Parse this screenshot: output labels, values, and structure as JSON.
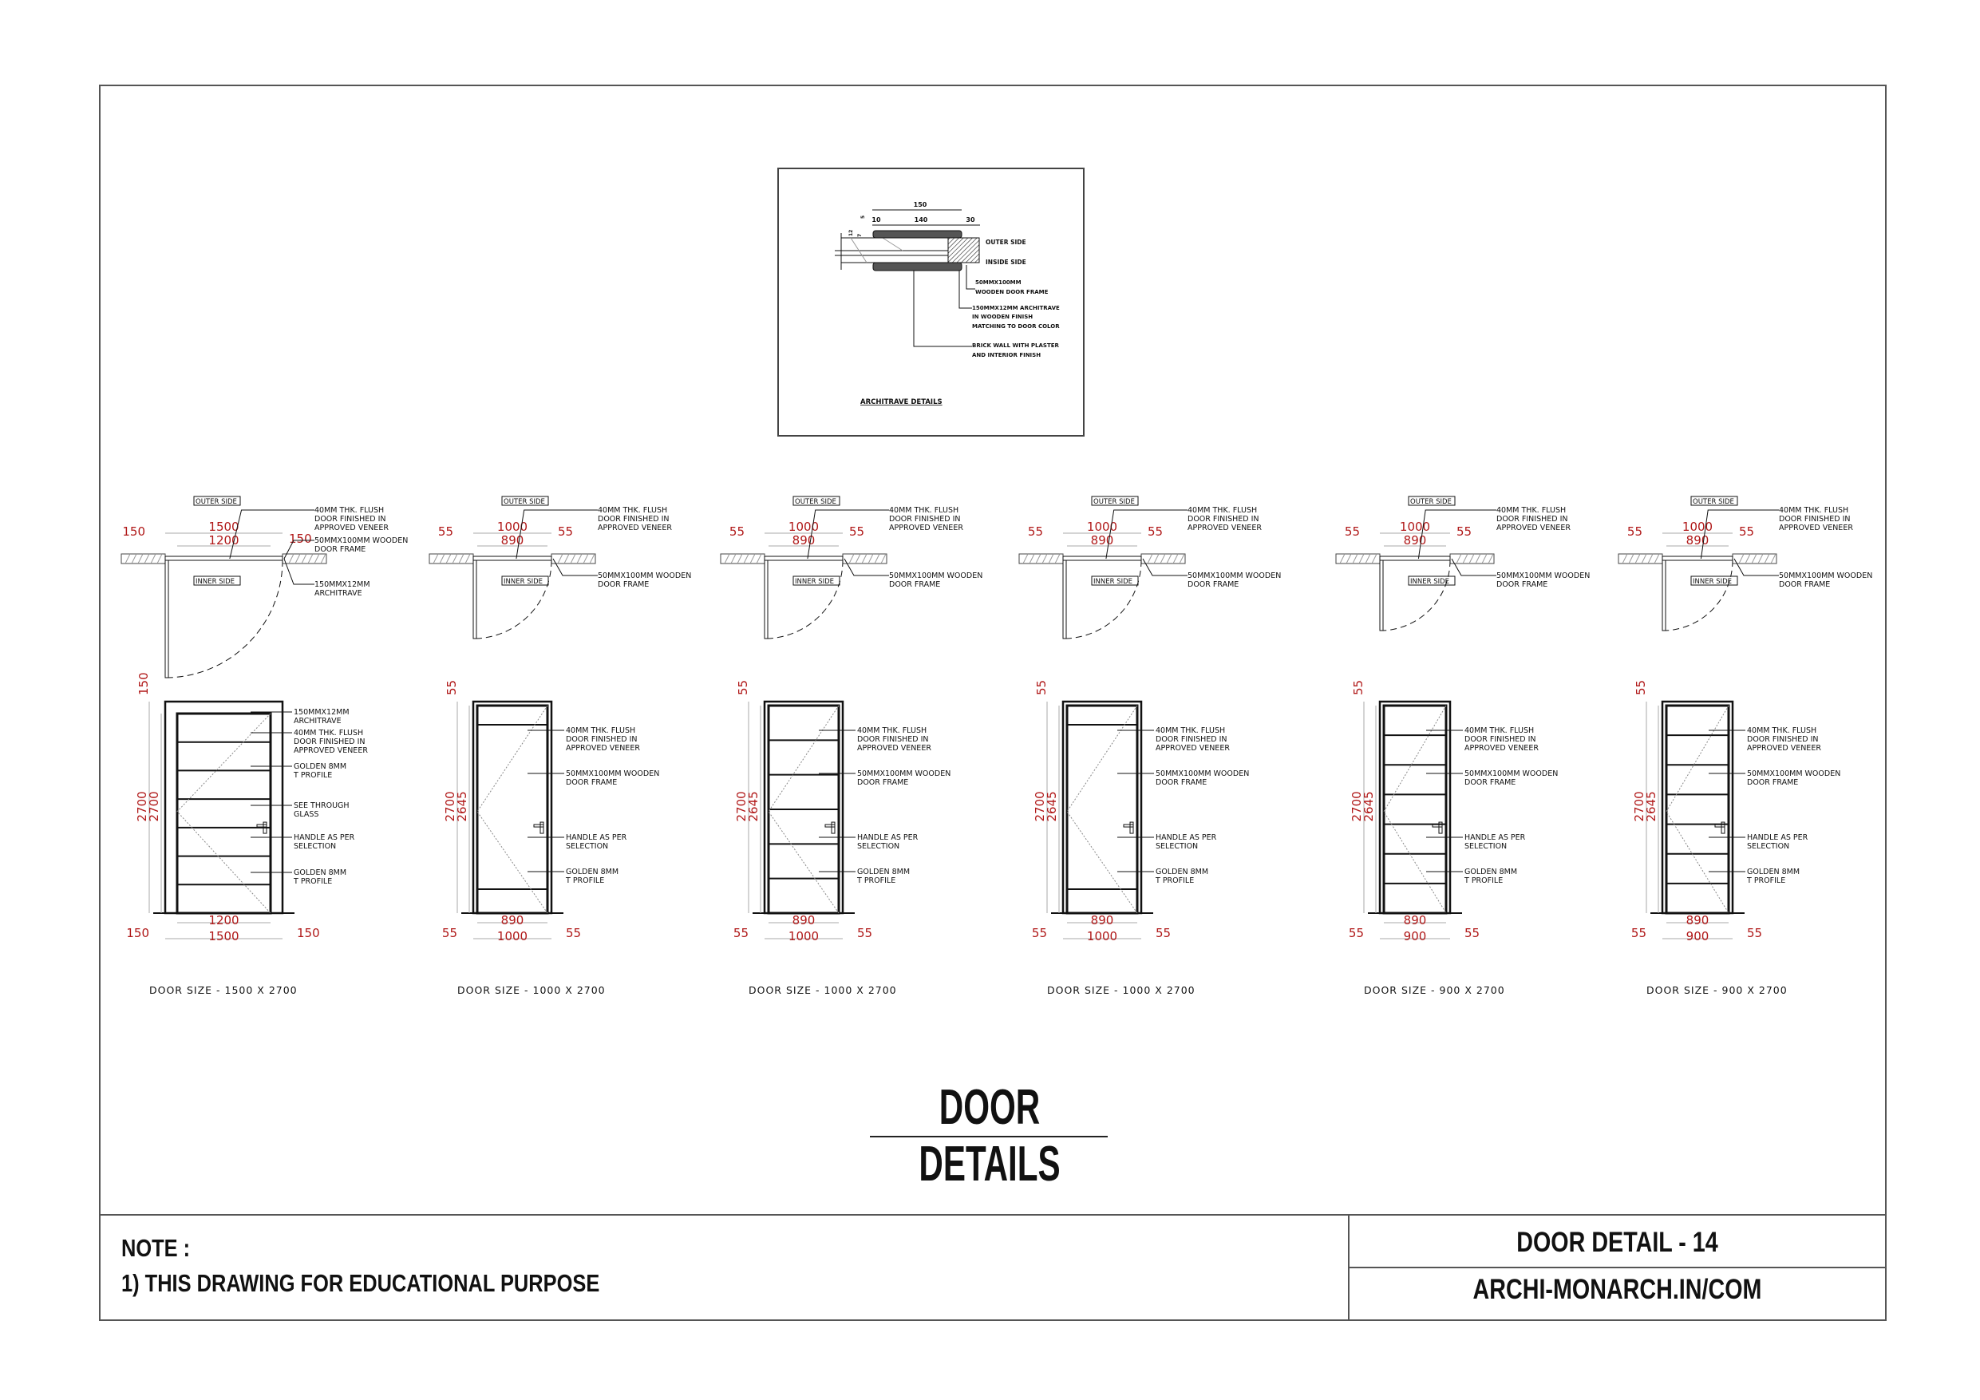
{
  "drawing_title": "DOOR DETAILS",
  "title_block": {
    "note_heading": "NOTE :",
    "note_line": "1) THIS DRAWING FOR EDUCATIONAL PURPOSE",
    "sheet_title": "DOOR DETAIL - 14",
    "website": "ARCHI-MONARCH.IN/COM"
  },
  "architrave_detail": {
    "title": "ARCHITRAVE DETAILS",
    "dims": {
      "overall": "150",
      "left": "10",
      "middle": "140",
      "right": "30",
      "thickness": "12",
      "small_a": "5",
      "small_b": "7"
    },
    "outer_side": "OUTER SIDE",
    "inside_side": "INSIDE SIDE",
    "notes": [
      [
        "50MMX100MM",
        "WOODEN DOOR FRAME"
      ],
      [
        "150MMX12MM ARCHITRAVE",
        "IN WOODEN FINISH",
        "MATCHING TO DOOR COLOR"
      ],
      [
        "BRICK WALL WITH PLASTER",
        "AND INTERIOR FINISH"
      ]
    ]
  },
  "labels": {
    "outer_side": "OUTER SIDE",
    "inner_side": "INNER SIDE"
  },
  "doors": [
    {
      "size_label": "DOOR SIZE - 1500 X 2700",
      "width_mm": 1500,
      "side_mm": 150,
      "panel_lines": 6,
      "glass": true,
      "plan": {
        "side_left": "150",
        "outer": "1500",
        "inner": "1200",
        "side_right": "150"
      },
      "plan_notes": [
        [
          "40MM THK. FLUSH",
          "DOOR FINISHED IN",
          "APPROVED VENEER"
        ],
        [
          "50MMX100MM WOODEN",
          "DOOR FRAME"
        ],
        [
          "150MMX12MM",
          "ARCHITRAVE"
        ]
      ],
      "elevation": {
        "top": "150",
        "height_outer": "2700",
        "height_inner": "2700",
        "inner_width": "1200",
        "outer_width": "1500",
        "side_left": "150",
        "side_right": "150"
      },
      "elevation_notes": [
        [
          "150MMX12MM",
          "ARCHITRAVE"
        ],
        [
          "40MM THK. FLUSH",
          "DOOR FINISHED IN",
          "APPROVED VENEER"
        ],
        [
          "GOLDEN 8MM",
          "T PROFILE"
        ],
        [
          "SEE THROUGH",
          "GLASS"
        ],
        [
          "HANDLE AS PER",
          "SELECTION"
        ],
        [
          "GOLDEN 8MM",
          "T PROFILE"
        ]
      ]
    },
    {
      "size_label": "DOOR SIZE - 1000 X 2700",
      "width_mm": 1000,
      "side_mm": 55,
      "panel_lines": 2,
      "glass": false,
      "plan": {
        "side_left": "55",
        "outer": "1000",
        "inner": "890",
        "side_right": "55"
      },
      "plan_notes": [
        [
          "40MM THK. FLUSH",
          "DOOR FINISHED IN",
          "APPROVED VENEER"
        ],
        [
          "50MMX100MM WOODEN",
          "DOOR FRAME"
        ]
      ],
      "elevation": {
        "top": "55",
        "height_outer": "2700",
        "height_inner": "2645",
        "inner_width": "890",
        "outer_width": "1000",
        "side_left": "55",
        "side_right": "55"
      },
      "elevation_notes": [
        [
          "40MM THK. FLUSH",
          "DOOR FINISHED IN",
          "APPROVED VENEER"
        ],
        [
          "50MMX100MM WOODEN",
          "DOOR FRAME"
        ],
        [
          "HANDLE AS PER",
          "SELECTION"
        ],
        [
          "GOLDEN 8MM",
          "T PROFILE"
        ]
      ]
    },
    {
      "size_label": "DOOR SIZE - 1000 X 2700",
      "width_mm": 1000,
      "side_mm": 55,
      "panel_lines": 5,
      "glass": false,
      "plan": {
        "side_left": "55",
        "outer": "1000",
        "inner": "890",
        "side_right": "55"
      },
      "plan_notes": [
        [
          "40MM THK. FLUSH",
          "DOOR FINISHED IN",
          "APPROVED VENEER"
        ],
        [
          "50MMX100MM WOODEN",
          "DOOR FRAME"
        ]
      ],
      "elevation": {
        "top": "55",
        "height_outer": "2700",
        "height_inner": "2645",
        "inner_width": "890",
        "outer_width": "1000",
        "side_left": "55",
        "side_right": "55"
      },
      "elevation_notes": [
        [
          "40MM THK. FLUSH",
          "DOOR FINISHED IN",
          "APPROVED VENEER"
        ],
        [
          "50MMX100MM WOODEN",
          "DOOR FRAME"
        ],
        [
          "HANDLE AS PER",
          "SELECTION"
        ],
        [
          "GOLDEN 8MM",
          "T PROFILE"
        ]
      ]
    },
    {
      "size_label": "DOOR SIZE - 1000 X 2700",
      "width_mm": 1000,
      "side_mm": 55,
      "panel_lines": 2,
      "glass": false,
      "plan": {
        "side_left": "55",
        "outer": "1000",
        "inner": "890",
        "side_right": "55"
      },
      "plan_notes": [
        [
          "40MM THK. FLUSH",
          "DOOR FINISHED IN",
          "APPROVED VENEER"
        ],
        [
          "50MMX100MM WOODEN",
          "DOOR FRAME"
        ]
      ],
      "elevation": {
        "top": "55",
        "height_outer": "2700",
        "height_inner": "2645",
        "inner_width": "890",
        "outer_width": "1000",
        "side_left": "55",
        "side_right": "55"
      },
      "elevation_notes": [
        [
          "40MM THK. FLUSH",
          "DOOR FINISHED IN",
          "APPROVED VENEER"
        ],
        [
          "50MMX100MM WOODEN",
          "DOOR FRAME"
        ],
        [
          "HANDLE AS PER",
          "SELECTION"
        ],
        [
          "GOLDEN 8MM",
          "T PROFILE"
        ]
      ]
    },
    {
      "size_label": "DOOR SIZE - 900 X 2700",
      "width_mm": 900,
      "side_mm": 55,
      "panel_lines": 6,
      "glass": false,
      "plan": {
        "side_left": "55",
        "outer": "1000",
        "inner": "890",
        "side_right": "55"
      },
      "plan_notes": [
        [
          "40MM THK. FLUSH",
          "DOOR FINISHED IN",
          "APPROVED VENEER"
        ],
        [
          "50MMX100MM WOODEN",
          "DOOR FRAME"
        ]
      ],
      "elevation": {
        "top": "55",
        "height_outer": "2700",
        "height_inner": "2645",
        "inner_width": "890",
        "outer_width": "900",
        "side_left": "55",
        "side_right": "55"
      },
      "elevation_notes": [
        [
          "40MM THK. FLUSH",
          "DOOR FINISHED IN",
          "APPROVED VENEER"
        ],
        [
          "50MMX100MM WOODEN",
          "DOOR FRAME"
        ],
        [
          "HANDLE AS PER",
          "SELECTION"
        ],
        [
          "GOLDEN 8MM",
          "T PROFILE"
        ]
      ]
    },
    {
      "size_label": "DOOR SIZE - 900 X 2700",
      "width_mm": 900,
      "side_mm": 55,
      "panel_lines": 6,
      "glass": false,
      "plan": {
        "side_left": "55",
        "outer": "1000",
        "inner": "890",
        "side_right": "55"
      },
      "plan_notes": [
        [
          "40MM THK. FLUSH",
          "DOOR FINISHED IN",
          "APPROVED VENEER"
        ],
        [
          "50MMX100MM WOODEN",
          "DOOR FRAME"
        ]
      ],
      "elevation": {
        "top": "55",
        "height_outer": "2700",
        "height_inner": "2645",
        "inner_width": "890",
        "outer_width": "900",
        "side_left": "55",
        "side_right": "55"
      },
      "elevation_notes": [
        [
          "40MM THK. FLUSH",
          "DOOR FINISHED IN",
          "APPROVED VENEER"
        ],
        [
          "50MMX100MM WOODEN",
          "DOOR FRAME"
        ],
        [
          "HANDLE AS PER",
          "SELECTION"
        ],
        [
          "GOLDEN 8MM",
          "T PROFILE"
        ]
      ]
    }
  ],
  "colors": {
    "dimension": "#b01818",
    "line": "#111111",
    "dim_line": "#a8a8a8",
    "hatch": "#444444"
  }
}
